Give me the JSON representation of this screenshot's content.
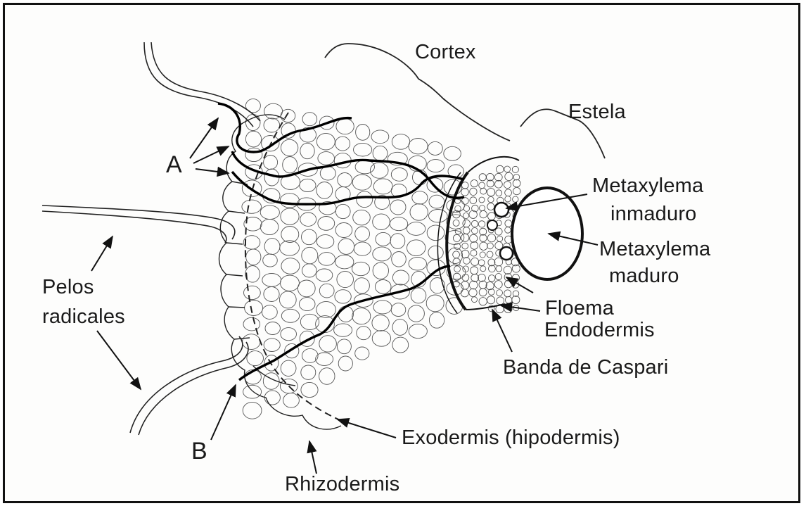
{
  "labels": {
    "cortex": "Cortex",
    "estela": "Estela",
    "a": "A",
    "b": "B",
    "metaxylema_inmaduro_1": "Metaxylema",
    "metaxylema_inmaduro_2": "inmaduro",
    "metaxylema_maduro_1": "Metaxylema",
    "metaxylema_maduro_2": "maduro",
    "floema": "Floema",
    "endodermis": "Endodermis",
    "banda_caspari": "Banda de Caspari",
    "pelos_1": "Pelos",
    "pelos_2": "radicales",
    "exodermis": "Exodermis (hipodermis)",
    "rhizodermis": "Rhizodermis"
  }
}
